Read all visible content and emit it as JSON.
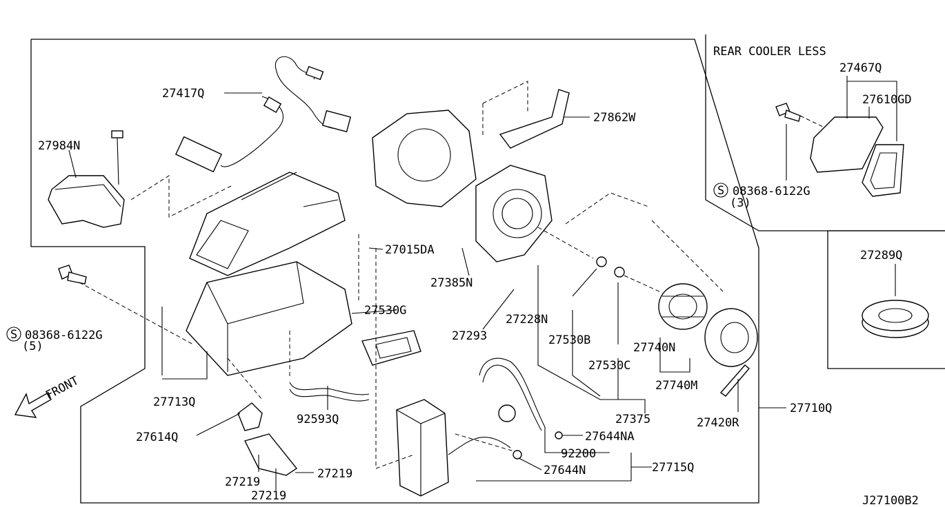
{
  "diagram_code": "J27100B2",
  "front_label": "FRONT",
  "rear_cooler_label": "REAR COOLER LESS",
  "bolt_label_main": "08368-6122G",
  "bolt_qty_main": "(5)",
  "bolt_label_rear": "08368-6122G",
  "bolt_qty_rear": "(3)",
  "bolt_symbol": "S",
  "parts": {
    "p27417Q": "27417Q",
    "p27984N": "27984N",
    "p27862W": "27862W",
    "p27015DA": "27015DA",
    "p27385N": "27385N",
    "p27530G": "27530G",
    "p27228N": "27228N",
    "p27293": "27293",
    "p27530B": "27530B",
    "p27530C": "27530C",
    "p27740N": "27740N",
    "p27740M": "27740M",
    "p27713Q": "27713Q",
    "p92593Q": "92593Q",
    "p27614Q": "27614Q",
    "p27219a": "27219",
    "p27219b": "27219",
    "p27219c": "27219",
    "p27375": "27375",
    "p27420R": "27420R",
    "p27710Q": "27710Q",
    "p27644NA": "27644NA",
    "p92200": "92200",
    "p27644N": "27644N",
    "p27715Q": "27715Q",
    "p27467Q": "27467Q",
    "p27610GD": "27610GD",
    "p27289Q": "27289Q"
  }
}
